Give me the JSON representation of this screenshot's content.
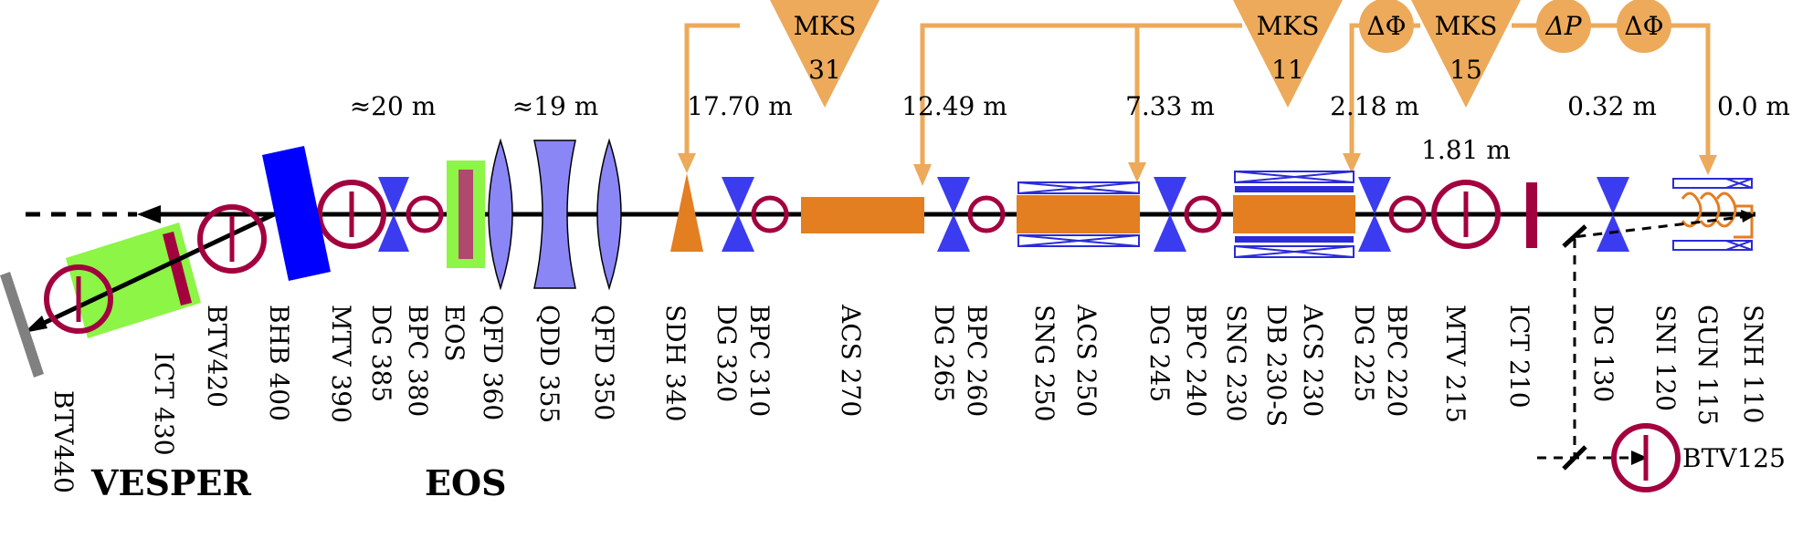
{
  "colors": {
    "beamline": "#000000",
    "klystron": "#ecaa5a",
    "accel": "#e37e21",
    "quad": "#3b3bf0",
    "monitor": "#a3003f",
    "bhb": "#0000ff",
    "lens": "#8a86f5",
    "eos_box": "#8cf545",
    "eos_rect": "#b1486e",
    "coil": "#2b2bd7",
    "screen": "#808080"
  },
  "klystrons": [
    {
      "id": "mks31",
      "line1": "MKS",
      "line2": "31"
    },
    {
      "id": "mks11",
      "line1": "MKS",
      "line2": "11"
    },
    {
      "id": "mks15",
      "line1": "MKS",
      "line2": "15"
    }
  ],
  "rf_circles": [
    {
      "id": "dphi-left",
      "label": "ΔΦ"
    },
    {
      "id": "dp",
      "label": "ΔP"
    },
    {
      "id": "dphi-right",
      "label": "ΔΦ"
    }
  ],
  "distances": [
    {
      "id": "20m",
      "text": "≈20 m"
    },
    {
      "id": "19m",
      "text": "≈19 m"
    },
    {
      "id": "17-70m",
      "text": "17.70 m"
    },
    {
      "id": "12-49m",
      "text": "12.49 m"
    },
    {
      "id": "7-33m",
      "text": "7.33 m"
    },
    {
      "id": "2-18m",
      "text": "2.18 m"
    },
    {
      "id": "1-81m",
      "text": "1.81 m"
    },
    {
      "id": "0-32m",
      "text": "0.32 m"
    },
    {
      "id": "0-0m",
      "text": "0.0 m"
    }
  ],
  "component_labels": [
    {
      "id": "btv440",
      "text": "BTV440"
    },
    {
      "id": "ict430",
      "text": "ICT 430"
    },
    {
      "id": "btv420",
      "text": "BTV420"
    },
    {
      "id": "bhb400",
      "text": "BHB 400"
    },
    {
      "id": "mtv390",
      "text": "MTV 390"
    },
    {
      "id": "dg385",
      "text": "DG 385"
    },
    {
      "id": "bpc380",
      "text": "BPC 380"
    },
    {
      "id": "eos",
      "text": "EOS"
    },
    {
      "id": "qfd360",
      "text": "QFD 360"
    },
    {
      "id": "qdd355",
      "text": "QDD 355"
    },
    {
      "id": "qfd350",
      "text": "QFD 350"
    },
    {
      "id": "sdh340",
      "text": "SDH 340"
    },
    {
      "id": "dg320",
      "text": "DG 320"
    },
    {
      "id": "bpc310",
      "text": "BPC 310"
    },
    {
      "id": "acs270",
      "text": "ACS 270"
    },
    {
      "id": "dg265",
      "text": "DG 265"
    },
    {
      "id": "bpc260",
      "text": "BPC 260"
    },
    {
      "id": "sng250",
      "text": "SNG 250"
    },
    {
      "id": "acs250",
      "text": "ACS 250"
    },
    {
      "id": "dg245",
      "text": "DG 245"
    },
    {
      "id": "bpc240",
      "text": "BPC 240"
    },
    {
      "id": "sng230",
      "text": "SNG 230"
    },
    {
      "id": "db230s",
      "text": "DB 230-S"
    },
    {
      "id": "acs230",
      "text": "ACS 230"
    },
    {
      "id": "dg225",
      "text": "DG 225"
    },
    {
      "id": "bpc220",
      "text": "BPC 220"
    },
    {
      "id": "mtv215",
      "text": "MTV 215"
    },
    {
      "id": "ict210",
      "text": "ICT 210"
    },
    {
      "id": "dg130",
      "text": "DG 130"
    },
    {
      "id": "sni120",
      "text": "SNI 120"
    },
    {
      "id": "gun115",
      "text": "GUN 115"
    },
    {
      "id": "snh110",
      "text": "SNH 110"
    }
  ],
  "btv125": "BTV125",
  "sections": {
    "vesper": "VESPER",
    "eos": "EOS"
  }
}
